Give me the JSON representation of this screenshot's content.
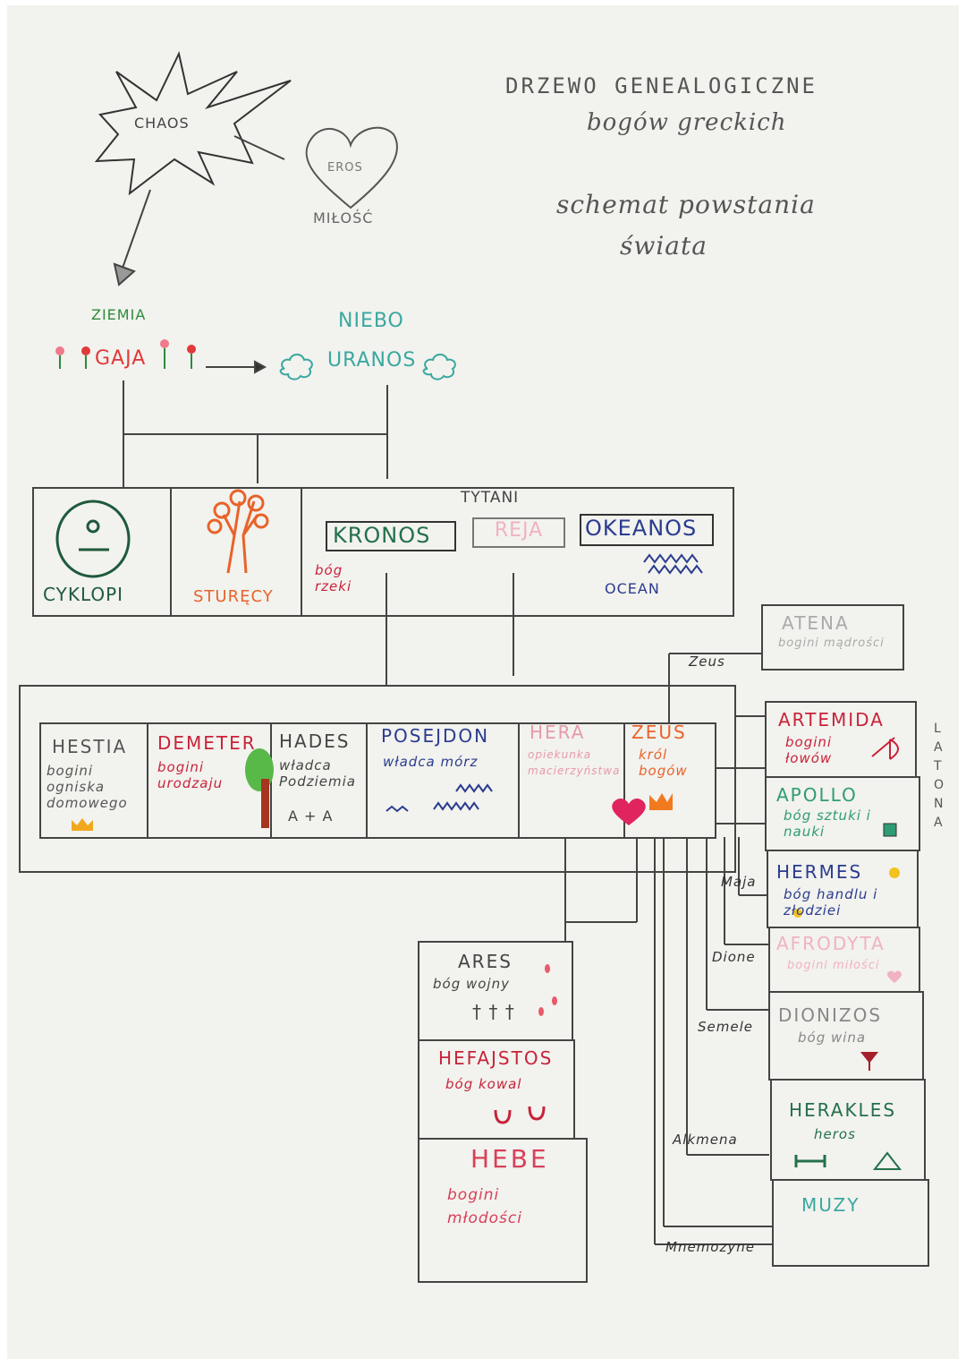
{
  "header": {
    "title": "DRZEWO GENEALOGICZNE",
    "subtitle": "bogów greckich",
    "subtitle2_line1": "schemat powstania",
    "subtitle2_line2": "świata"
  },
  "primordial": {
    "chaos": "CHAOS",
    "eros": "EROS",
    "eros_meaning": "MIŁOŚĆ",
    "earth_label": "ZIEMIA",
    "earth_name": "GAJA",
    "sky_label": "NIEBO",
    "sky_name": "URANOS"
  },
  "children_of_gaia": {
    "cyclopes": "CYKLOPI",
    "hundred_handed": "STURĘCY",
    "titans_header": "TYTANI",
    "kronos": "KRONOS",
    "kronos_desc": "bóg rzeki",
    "reja": "REJA",
    "okeanos": "OKEANOS",
    "okeanos_desc": "OCEAN"
  },
  "olympians": [
    {
      "name": "HESTIA",
      "desc": "bogini ogniska domowego",
      "color": "#555555"
    },
    {
      "name": "DEMETER",
      "desc": "bogini urodzaju",
      "color": "#c8233a"
    },
    {
      "name": "HADES",
      "desc": "władca Podziemia",
      "extra": "A + A",
      "color": "#444444"
    },
    {
      "name": "POSEJDON",
      "desc": "władca mórz",
      "color": "#2a3c8f"
    },
    {
      "name": "HERA",
      "desc": "opiekunka macierzyństwa",
      "color": "#e79aa8"
    },
    {
      "name": "ZEUS",
      "desc": "król bogów",
      "color": "#e8632a"
    }
  ],
  "hera_children": [
    {
      "name": "ARES",
      "desc": "bóg wojny",
      "extra": "† † †",
      "color": "#444444"
    },
    {
      "name": "HEFAJSTOS",
      "desc": "bóg kowal",
      "color": "#c8233a"
    },
    {
      "name": "HEBE",
      "desc": "bogini młodości",
      "color": "#d8405a"
    }
  ],
  "zeus_children": [
    {
      "name": "ATENA",
      "desc": "bogini mądrości",
      "color": "#aaaaaa"
    },
    {
      "name": "ARTEMIDA",
      "desc": "bogini łowów",
      "color": "#c8233a"
    },
    {
      "name": "APOLLO",
      "desc": "bóg sztuki i nauki",
      "color": "#2e9c74"
    },
    {
      "name": "HERMES",
      "desc": "bóg handlu i złodziei",
      "color": "#2a3c8f"
    },
    {
      "name": "AFRODYTA",
      "desc": "bogini miłości",
      "color": "#f0b3c0"
    },
    {
      "name": "DIONIZOS",
      "desc": "bóg wina",
      "color": "#888888"
    },
    {
      "name": "HERAKLES",
      "desc": "heros",
      "color": "#23704a"
    },
    {
      "name": "MUZY",
      "desc": "",
      "color": "#3aa8a0"
    }
  ],
  "mothers": {
    "zeus_label": "Zeus",
    "latona": "LATONA",
    "maja": "Maja",
    "dione": "Dione",
    "semele": "Semele",
    "alkmena": "Alkmena",
    "mnemozyne": "Mnemozyne"
  }
}
